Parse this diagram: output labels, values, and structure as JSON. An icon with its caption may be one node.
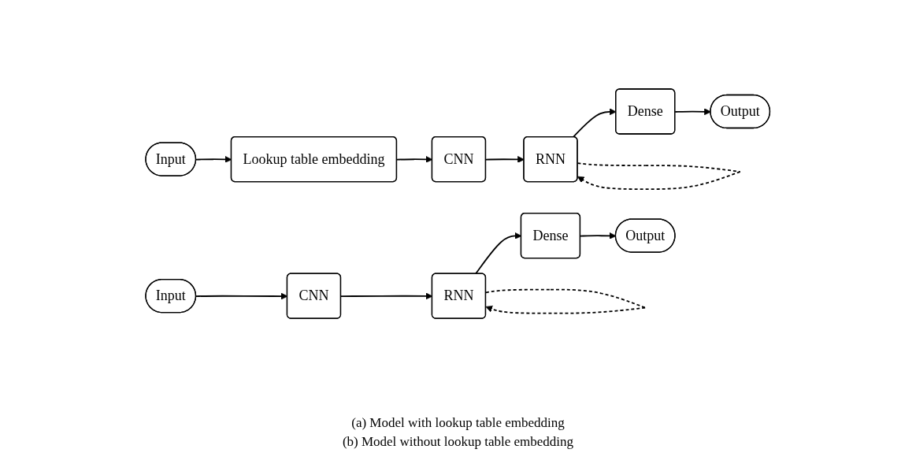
{
  "diagram": {
    "nodes": [
      {
        "text": [
          "Input"
        ]
      },
      {
        "text": [
          "Lookup table embedding"
        ]
      },
      {
        "text": [
          "CNN"
        ]
      },
      {
        "text": [
          "RNN"
        ]
      },
      {
        "text": [
          "Dense"
        ]
      },
      {
        "text": [
          "Output"
        ]
      },
      {
        "text": [
          "Input"
        ]
      },
      {
        "text": [
          "CNN"
        ]
      },
      {
        "text": [
          "RNN"
        ]
      },
      {
        "text": [
          "Dense"
        ]
      },
      {
        "text": [
          "Output"
        ]
      }
    ],
    "edges": [
      {
        "from": 0,
        "to": 1,
        "arrow": "to"
      },
      {
        "from": 1,
        "to": 2,
        "arrow": "to"
      },
      {
        "from": 2,
        "to": 3,
        "arrow": "to"
      },
      {
        "from": 3,
        "to": 4,
        "arrow": "to"
      },
      {
        "from": 3,
        "to": 3,
        "arrow": "to",
        "style": "dashed"
      },
      {
        "from": 4,
        "to": 5,
        "arrow": "to"
      },
      {
        "from": 6,
        "to": 7,
        "arrow": "to"
      },
      {
        "from": 7,
        "to": 8,
        "arrow": "to"
      },
      {
        "from": 8,
        "to": 9,
        "arrow": "to"
      },
      {
        "from": 8,
        "to": 8,
        "arrow": "to",
        "style": "dashed"
      },
      {
        "from": 9,
        "to": 10,
        "arrow": "to"
      }
    ],
    "labels": [
      "(a) Model with lookup table embedding",
      "(b) Model without lookup table embedding"
    ]
  }
}
